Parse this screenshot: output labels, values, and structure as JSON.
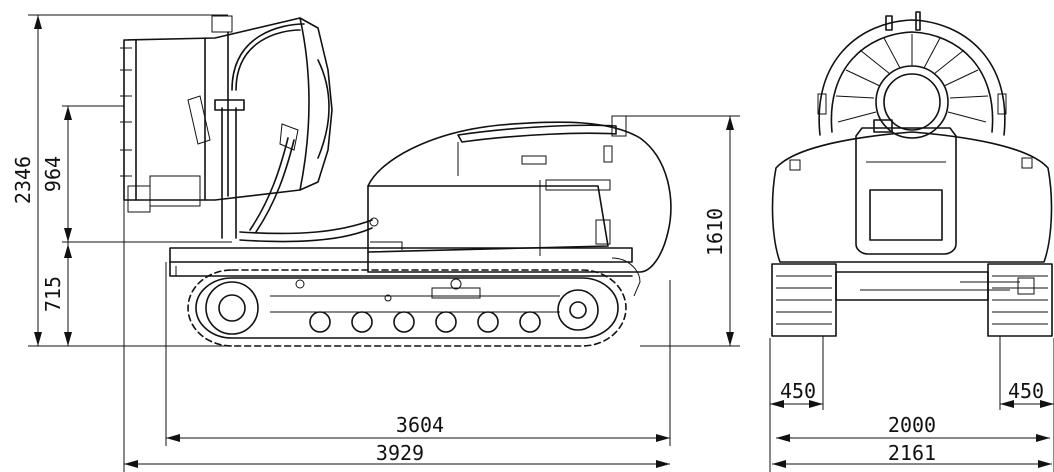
{
  "dimensions": {
    "overall_height": "2346",
    "fan_height": "964",
    "chassis_height": "715",
    "body_height": "1610",
    "track_length": "3604",
    "overall_length": "3929",
    "track_width_left": "450",
    "track_width_right": "450",
    "track_gauge": "2000",
    "overall_width": "2161"
  }
}
